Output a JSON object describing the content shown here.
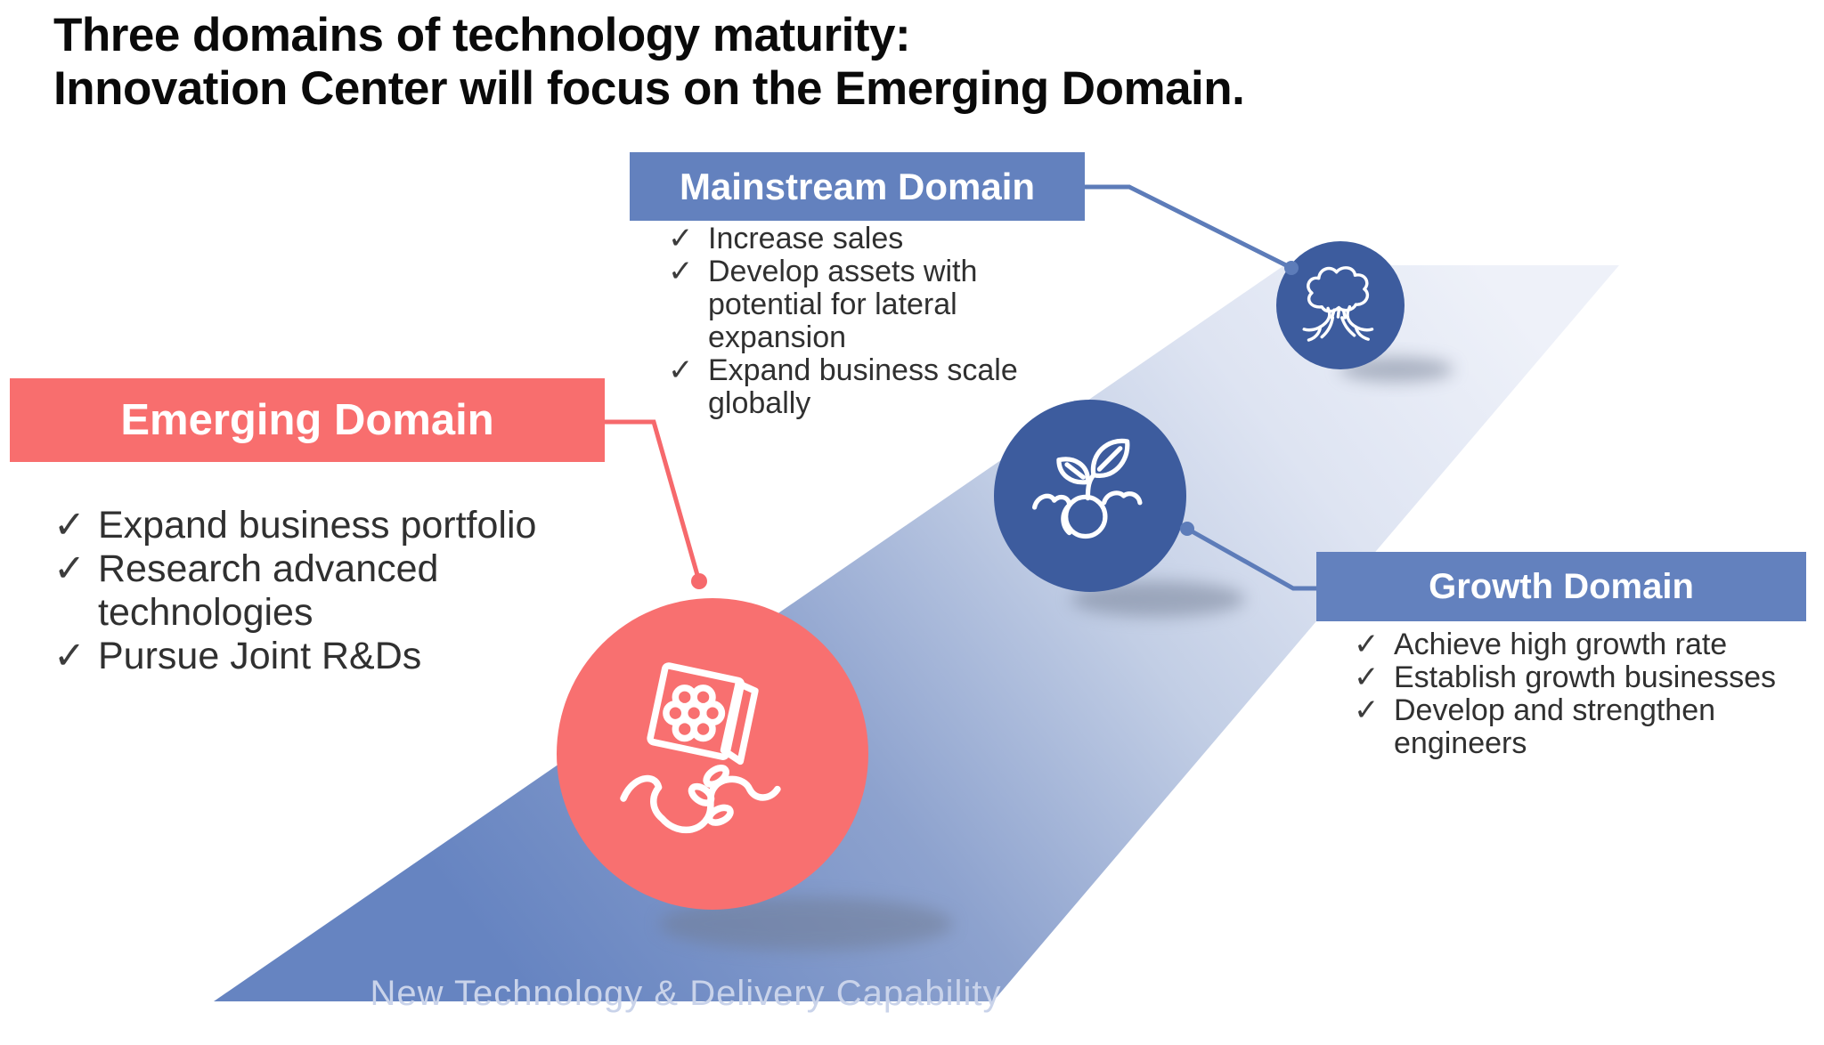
{
  "title": {
    "line1": "Three domains of technology maturity:",
    "line2": "Innovation Center will focus on the Emerging Domain."
  },
  "check": "✓",
  "domains": [
    {
      "id": "mainstream",
      "label": "Mainstream Domain",
      "icon": "tree-icon",
      "bullets": [
        "Increase sales",
        "Develop assets with potential for lateral expansion",
        "Expand business scale globally"
      ]
    },
    {
      "id": "emerging",
      "label": "Emerging Domain",
      "icon": "seed-packet-icon",
      "bullets": [
        "Expand business portfolio",
        "Research advanced technologies",
        "Pursue Joint R&Ds"
      ]
    },
    {
      "id": "growth",
      "label": "Growth Domain",
      "icon": "sprout-icon",
      "bullets": [
        "Achieve high growth rate",
        "Establish growth businesses",
        "Develop and strengthen engineers"
      ]
    }
  ],
  "ramp": {
    "label": "New Technology & Delivery Capability"
  },
  "colors": {
    "blue_header": "#6381BE",
    "red_header": "#F86E6E",
    "circle_blue": "#3D5C9E",
    "circle_red": "#F87070",
    "connector_blue": "#5D7CB9",
    "connector_red": "#F6696C",
    "ramp_dark": "#6684C1",
    "ramp_light": "#EEF1F9",
    "ramp_text": "#C9D3EA",
    "text": "#303030",
    "title_text": "#0A0A0A"
  }
}
